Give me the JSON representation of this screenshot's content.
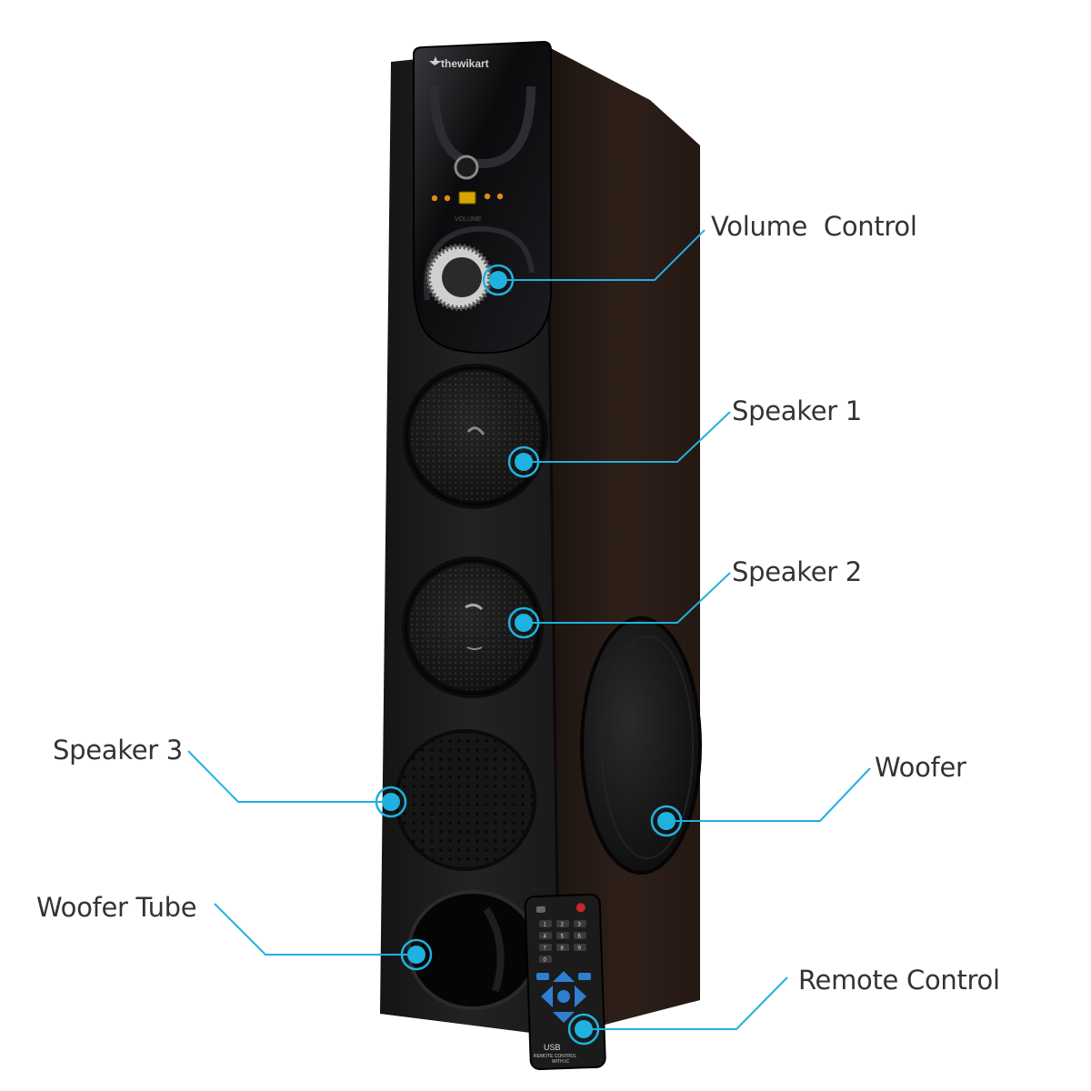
{
  "product": {
    "brand_logo": "thewikart",
    "panel_label": "VOLUME",
    "colors": {
      "cabinet": "#1c1b1b",
      "side": "#2b1d18",
      "accent": "#1fb1e0",
      "led": "#e08a1a",
      "usb": "#d8a400"
    }
  },
  "callouts": [
    {
      "id": "volume-control",
      "label": "Volume  Control"
    },
    {
      "id": "speaker-1",
      "label": "Speaker 1"
    },
    {
      "id": "speaker-2",
      "label": "Speaker 2"
    },
    {
      "id": "speaker-3",
      "label": "Speaker 3"
    },
    {
      "id": "woofer",
      "label": "Woofer"
    },
    {
      "id": "woofer-tube",
      "label": "Woofer Tube"
    },
    {
      "id": "remote-control",
      "label": "Remote Control"
    }
  ],
  "remote": {
    "keys": [
      "1",
      "2",
      "3",
      "4",
      "5",
      "6",
      "7",
      "8",
      "9",
      "0"
    ],
    "label_usb": "USB",
    "label_line1": "REMOTE CONTROL",
    "label_line2": "WITH IC",
    "power_icon": "power-icon"
  }
}
